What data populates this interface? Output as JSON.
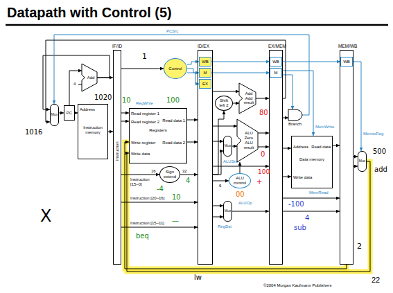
{
  "diagram": {
    "title": "Datapath with Control (5)",
    "nodes": [
      {
        "text": [
          "Mux"
        ]
      },
      {
        "text": [
          "PC"
        ]
      },
      {
        "text": [
          "Add"
        ]
      },
      {
        "text": [
          "Address",
          "Instruction memory"
        ]
      },
      {
        "text": [
          "IF/ID",
          "Instruction"
        ]
      },
      {
        "text": [
          "Control"
        ]
      },
      {
        "text": [
          "Read register 1",
          "Read register 2",
          "Registers",
          "Write register",
          "Write data",
          "Read data 1",
          "Read data 2"
        ]
      },
      {
        "text": [
          "Sign extend"
        ]
      },
      {
        "text": [
          "ID/EX"
        ]
      },
      {
        "text": [
          "WB"
        ],
        "in": 8
      },
      {
        "text": [
          "M"
        ],
        "in": 8
      },
      {
        "text": [
          "EX"
        ],
        "in": 8
      },
      {
        "text": [
          "Shift left 2"
        ]
      },
      {
        "text": [
          "Add",
          "Add result"
        ]
      },
      {
        "text": [
          "Mux"
        ]
      },
      {
        "text": [
          "ALU",
          "Zero",
          "ALU result"
        ]
      },
      {
        "text": [
          "ALU control"
        ]
      },
      {
        "text": [
          "Mux"
        ]
      },
      {
        "text": [
          "EX/MEM"
        ]
      },
      {
        "text": [
          "WB"
        ],
        "in": 18
      },
      {
        "text": [
          "M"
        ],
        "in": 18
      },
      {
        "text": [
          "Branch"
        ]
      },
      {
        "text": [
          "Address",
          "Read data",
          "Data memory",
          "Write data"
        ]
      },
      {
        "text": [
          "MEM/WB"
        ]
      },
      {
        "text": [
          "WB"
        ],
        "in": 23
      },
      {
        "text": [
          "Mux"
        ]
      }
    ],
    "edges": [
      {
        "from": 0,
        "to": 1,
        "arrow": "to"
      },
      {
        "from": 1,
        "to": 3,
        "arrow": "to"
      },
      {
        "from": 1,
        "to": 2,
        "arrow": "to"
      },
      {
        "from": 2,
        "to": 4,
        "arrow": "to"
      },
      {
        "from": 2,
        "to": 0,
        "arrow": "to"
      },
      {
        "from": 3,
        "to": 4,
        "arrow": "to"
      },
      {
        "from": 4,
        "to": 5,
        "arrow": "to"
      },
      {
        "from": 4,
        "to": 6,
        "arrow": "to"
      },
      {
        "from": 4,
        "to": 6,
        "arrow": "to"
      },
      {
        "from": 4,
        "to": 7,
        "arrow": "to"
      },
      {
        "from": 4,
        "to": 8,
        "arrow": "to"
      },
      {
        "from": 4,
        "to": 8,
        "arrow": "to"
      },
      {
        "from": 5,
        "to": 9,
        "arrow": "to"
      },
      {
        "from": 5,
        "to": 10,
        "arrow": "to"
      },
      {
        "from": 5,
        "to": 11,
        "arrow": "to"
      },
      {
        "from": 6,
        "to": 8,
        "arrow": "to"
      },
      {
        "from": 6,
        "to": 8,
        "arrow": "to"
      },
      {
        "from": 7,
        "to": 8,
        "arrow": "to"
      },
      {
        "from": 25,
        "to": 6,
        "arrow": "to"
      },
      {
        "from": 23,
        "to": 6,
        "arrow": "to"
      },
      {
        "from": 8,
        "to": 12,
        "arrow": "to"
      },
      {
        "from": 8,
        "to": 13,
        "arrow": "to"
      },
      {
        "from": 12,
        "to": 13,
        "arrow": "to"
      },
      {
        "from": 13,
        "to": 18,
        "arrow": "to"
      },
      {
        "from": 8,
        "to": 15,
        "arrow": "to"
      },
      {
        "from": 8,
        "to": 14,
        "arrow": "to"
      },
      {
        "from": 8,
        "to": 14,
        "arrow": "to"
      },
      {
        "from": 14,
        "to": 15,
        "arrow": "to"
      },
      {
        "from": 8,
        "to": 16,
        "arrow": "to"
      },
      {
        "from": 16,
        "to": 15,
        "arrow": "to"
      },
      {
        "from": 15,
        "to": 18,
        "arrow": "to"
      },
      {
        "from": 15,
        "to": 18,
        "arrow": "to"
      },
      {
        "from": 8,
        "to": 18,
        "arrow": "to"
      },
      {
        "from": 8,
        "to": 17,
        "arrow": "to"
      },
      {
        "from": 8,
        "to": 17,
        "arrow": "to"
      },
      {
        "from": 17,
        "to": 18,
        "arrow": "to"
      },
      {
        "from": 9,
        "to": 19,
        "arrow": "to"
      },
      {
        "from": 10,
        "to": 20,
        "arrow": "to"
      },
      {
        "from": 18,
        "to": 21,
        "arrow": "to"
      },
      {
        "from": 20,
        "to": 21,
        "arrow": "to"
      },
      {
        "from": 20,
        "to": 22,
        "arrow": "to"
      },
      {
        "from": 21,
        "to": 0,
        "arrow": "to"
      },
      {
        "from": 18,
        "to": 0,
        "arrow": "to"
      },
      {
        "from": 18,
        "to": 22,
        "arrow": "to"
      },
      {
        "from": 18,
        "to": 22,
        "arrow": "to"
      },
      {
        "from": 18,
        "to": 23,
        "arrow": "to"
      },
      {
        "from": 18,
        "to": 23,
        "arrow": "to"
      },
      {
        "from": 19,
        "to": 24,
        "arrow": "to"
      },
      {
        "from": 22,
        "to": 23,
        "arrow": "to"
      },
      {
        "from": 23,
        "to": 25,
        "arrow": "to"
      },
      {
        "from": 23,
        "to": 25,
        "arrow": "to"
      },
      {
        "from": 24,
        "to": 25,
        "arrow": "to"
      }
    ],
    "labels": [
      "PCSrc",
      "4",
      "RegWrite",
      "Instruction [15–0]",
      "16",
      "32",
      "Instruction [20–16]",
      "Instruction [15–11]",
      "ALUSrc",
      "6",
      "ALUOp",
      "RegDst",
      "MemWrite",
      "MemRead",
      "MemtoReg",
      "©2004 Morgan Kaufmann Publishers",
      "22",
      "1016",
      "1020",
      "1",
      "10",
      "100",
      "-4",
      "4",
      "10",
      "—",
      "beq",
      "80",
      "0",
      "100",
      "+",
      "00",
      "-100",
      "4",
      "sub",
      "500",
      "add",
      "2",
      "lw",
      "X"
    ]
  }
}
